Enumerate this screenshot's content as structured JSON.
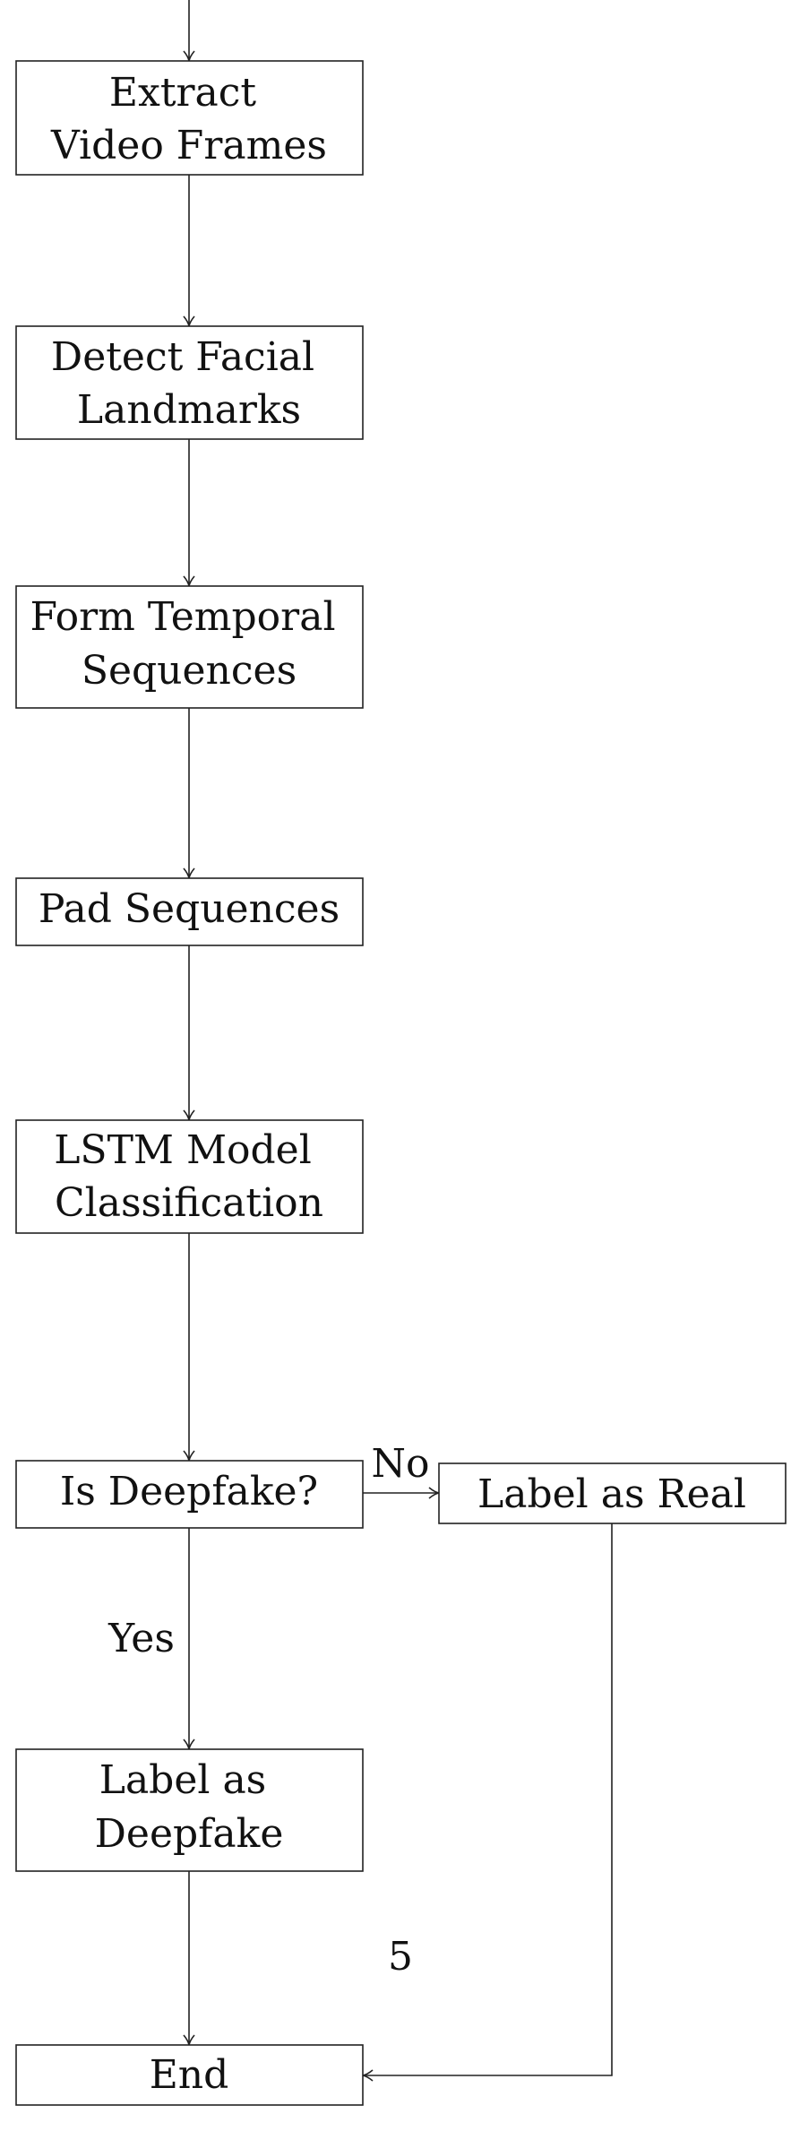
{
  "nodes": {
    "extract": {
      "lines": [
        "Extract",
        "Video Frames"
      ]
    },
    "detect": {
      "lines": [
        "Detect Facial",
        "Landmarks"
      ]
    },
    "form": {
      "lines": [
        "Form Temporal",
        "Sequences"
      ]
    },
    "pad": {
      "lines": [
        "Pad Sequences"
      ]
    },
    "lstm": {
      "lines": [
        "LSTM Model",
        "Classification"
      ]
    },
    "decision": {
      "lines": [
        "Is Deepfake?"
      ]
    },
    "real": {
      "lines": [
        "Label as Real"
      ]
    },
    "fake": {
      "lines": [
        "Label as",
        "Deepfake"
      ]
    },
    "end": {
      "lines": [
        "End"
      ]
    }
  },
  "edge_labels": {
    "no": "No",
    "yes": "Yes",
    "stray": "5"
  }
}
